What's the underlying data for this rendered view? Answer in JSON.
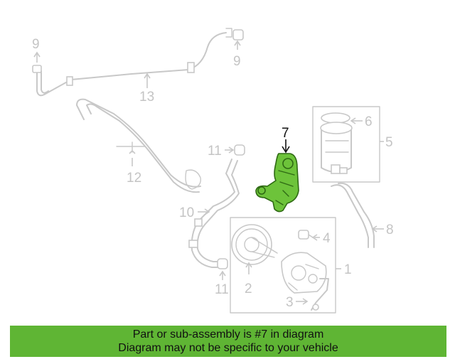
{
  "diagram": {
    "callouts": {
      "c1": "1",
      "c2": "2",
      "c3": "3",
      "c4": "4",
      "c5": "5",
      "c6": "6",
      "c7": "7",
      "c8": "8",
      "c9a": "9",
      "c9b": "9",
      "c10": "10",
      "c11a": "11",
      "c11b": "11",
      "c12": "12",
      "c13": "13"
    },
    "highlight_color": "#6dc33a",
    "highlighted_part": "7"
  },
  "banner": {
    "line1": "Part or sub-assembly is #7 in diagram",
    "line2": "Diagram may not be specific to your vehicle",
    "color": "#5fb534"
  }
}
